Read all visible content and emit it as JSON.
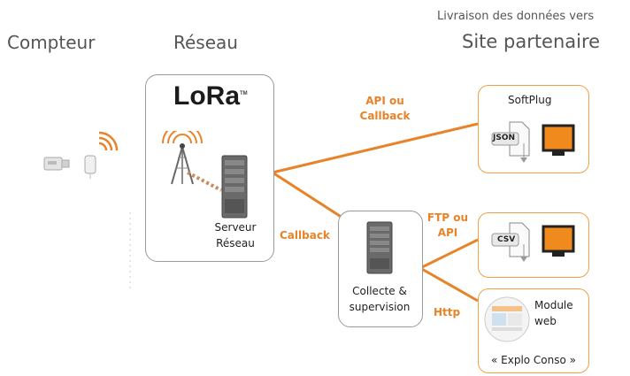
{
  "headers": {
    "compteur": "Compteur",
    "reseau": "Réseau",
    "livraison": "Livraison des données vers",
    "site": "Site partenaire"
  },
  "network_box": {
    "logo": "LoRa",
    "server_label_1": "Serveur",
    "server_label_2": "Réseau"
  },
  "collect_box": {
    "label_1": "Collecte &",
    "label_2": "supervision"
  },
  "connectors": {
    "api_callback_1": "API ou",
    "api_callback_2": "Callback",
    "callback": "Callback",
    "ftp_api_1": "FTP ou",
    "ftp_api_2": "API",
    "http": "Http"
  },
  "partners": {
    "softplug": {
      "title": "SoftPlug",
      "file": "JSON"
    },
    "csv": {
      "file": "CSV"
    },
    "module": {
      "label_1": "Module",
      "label_2": "web",
      "label_3": "« Explo Conso »"
    }
  },
  "colors": {
    "accent": "#e8832a",
    "panel_border": "#9a9a9a",
    "partner_border": "#f0a048"
  }
}
